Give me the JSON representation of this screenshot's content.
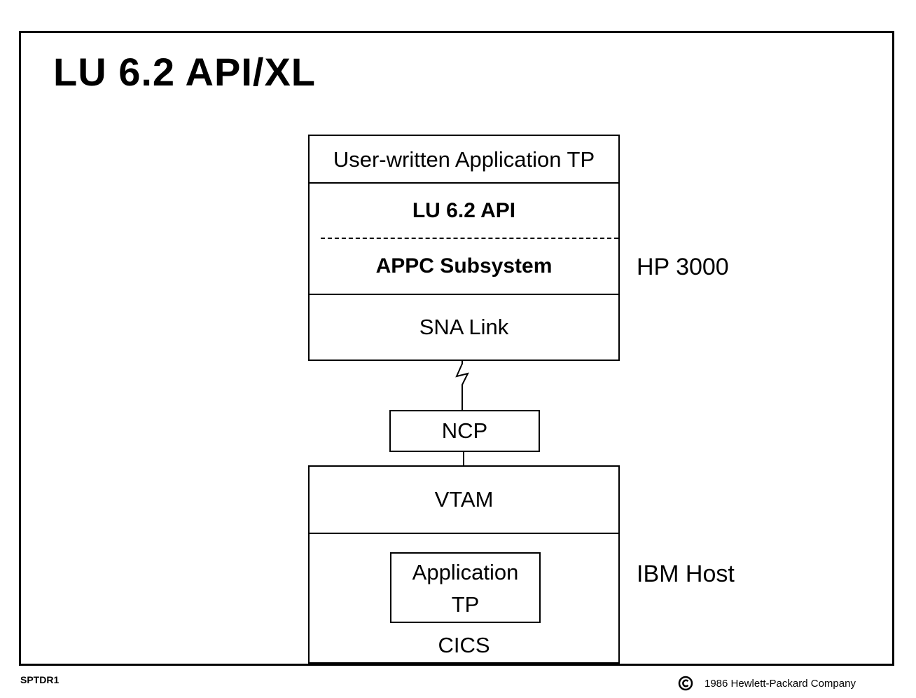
{
  "title": "LU 6.2 API/XL",
  "hp_stack": {
    "layer1": "User-written Application TP",
    "layer2": "LU 6.2 API",
    "layer3": "APPC Subsystem",
    "layer4": "SNA Link",
    "label": "HP 3000"
  },
  "ncp": "NCP",
  "ibm_stack": {
    "layer1": "VTAM",
    "inner_app_line1": "Application",
    "inner_app_line2": "TP",
    "layer2_label": "CICS",
    "label": "IBM Host"
  },
  "footer": {
    "code": "SPTDR1",
    "copyright": "1986 Hewlett-Packard Company"
  }
}
